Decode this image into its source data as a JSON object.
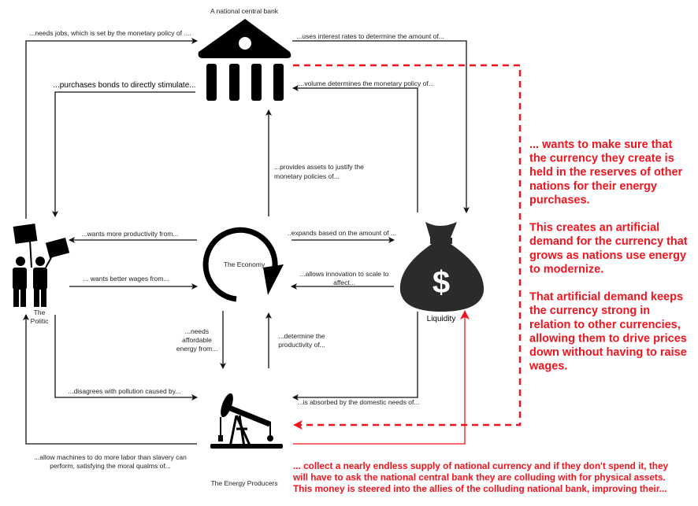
{
  "nodes": {
    "bank": "A national central bank",
    "economy": "The Economy",
    "politic": [
      "The",
      "Politic"
    ],
    "liquidity": "Liquidity",
    "energy": "The Energy Producers"
  },
  "edges": {
    "needs_jobs": "...needs jobs, which is set by the monetary policy of ....",
    "uses_interest": "...uses interest rates to determine the amount of...",
    "purchases_bonds": "...purchases bonds to directly stimulate...",
    "volume_determines": "...volume determines the monetary policy of...",
    "provides_assets": [
      "...provides assets to justify the",
      "monetary policies of..."
    ],
    "wants_productivity": "...wants more productivity from...",
    "wants_wages": "... wants better wages from...",
    "expands": "..expands based on the amount of ...",
    "allows_innovation": [
      "...allows innovation to scale to",
      "affect..."
    ],
    "needs_energy": [
      "...needs",
      "affordable",
      "energy from..."
    ],
    "determine_productivity": [
      "...determine the",
      "productivity of..."
    ],
    "disagrees": "...disagrees with pollution caused by...",
    "absorbed": "...is absorbed by the domestic needs of...",
    "allow_machines": [
      "...allow machines to do more labor than slavery can",
      "perform, satisfying the moral qualms of..."
    ]
  },
  "annotations": {
    "right": [
      "... wants to make sure that",
      "the currency they create is",
      "held in the reserves of other",
      "nations for their energy",
      "purchases.",
      "",
      "This creates an artificial",
      "demand for the currency that",
      "grows as nations use energy",
      "to modernize.",
      "",
      "That artificial demand keeps",
      "the currency strong in",
      "relation to other currencies,",
      "allowing them to drive prices",
      "down without having to raise",
      "wages."
    ],
    "bottom": [
      "... collect a nearly endless supply of national currency and if they don't spend it, they",
      "will have to ask the national central bank they are colluding with for physical assets.",
      "This money is steered into the allies of the colluding national bank, improving their..."
    ]
  },
  "colors": {
    "accent": "#f0141e",
    "line": "#111111"
  }
}
